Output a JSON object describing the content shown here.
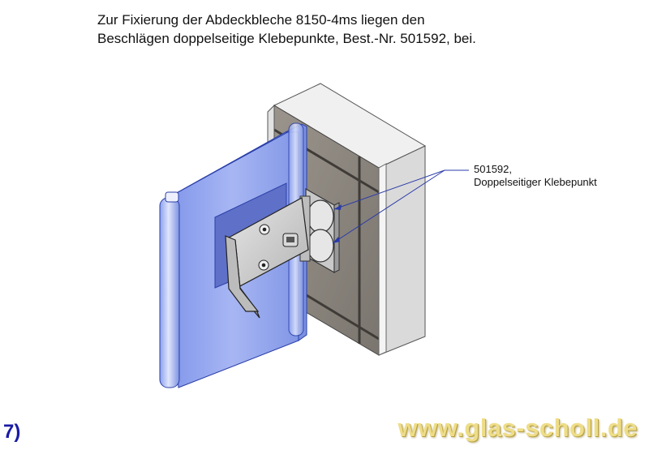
{
  "header": {
    "line1": "Zur Fixierung der Abdeckbleche 8150-4ms liegen den",
    "line2": "Beschlägen doppelseitige Klebepunkte, Best.-Nr. 501592, bei."
  },
  "callout": {
    "line1": "501592,",
    "line2": "Doppelseitiger Klebepunkt"
  },
  "step_label": "7)",
  "brand_url": "www.glas-scholl.de",
  "colors": {
    "glass": "#8fa4ee",
    "wall_top": "#eeeeee",
    "wall_side": "#d6d6d6",
    "wall_face": "#8b8680",
    "steel": "#cfcfcf",
    "leader": "#2a3aa8"
  }
}
